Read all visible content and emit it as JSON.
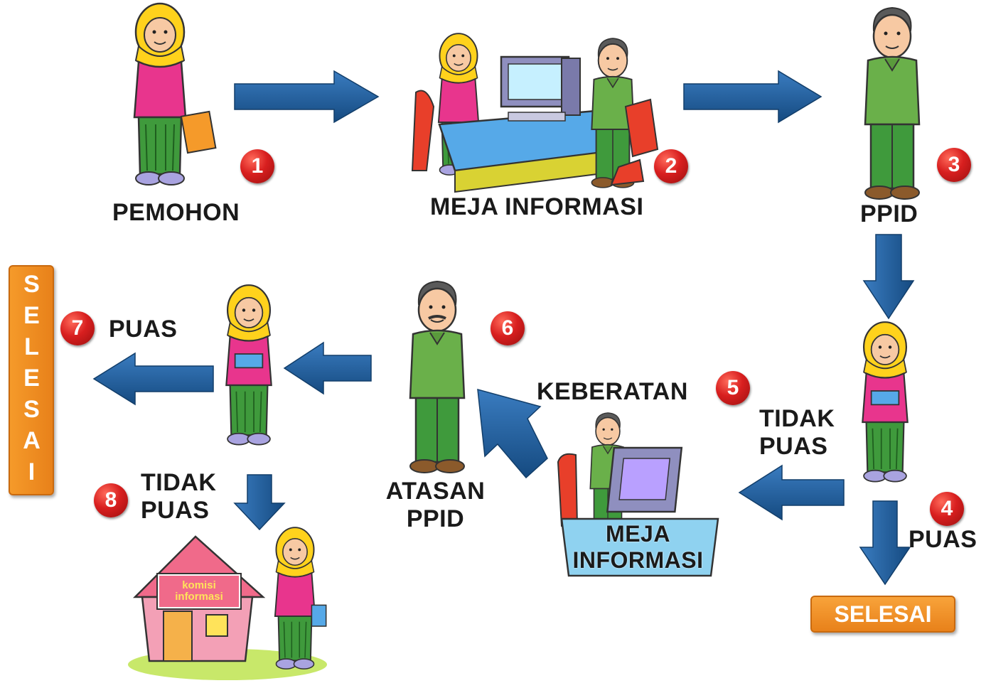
{
  "nodes": {
    "pemohon": "PEMOHON",
    "meja_informasi": "MEJA INFORMASI",
    "ppid": "PPID",
    "keberatan": "KEBERATAN",
    "tidak_puas_right": "TIDAK\nPUAS",
    "puas_right": "PUAS",
    "meja_informasi_2": "MEJA\nINFORMASI",
    "atasan_ppid": "ATASAN\nPPID",
    "puas_left": "PUAS",
    "tidak_puas_left": "TIDAK\nPUAS",
    "house_sign": "komisi\ninformasi"
  },
  "selesai": {
    "vertical": "SELESAI",
    "bottom": "SELESAI"
  },
  "steps": [
    "1",
    "2",
    "3",
    "4",
    "5",
    "6",
    "7",
    "8"
  ],
  "colors": {
    "arrow": "#1f5a96",
    "badge": "#d81f1f",
    "selesai": "#ee8a22",
    "hijab": "#ffd21c",
    "shirt_pink": "#e8358d",
    "uniform": "#6ab04a"
  }
}
